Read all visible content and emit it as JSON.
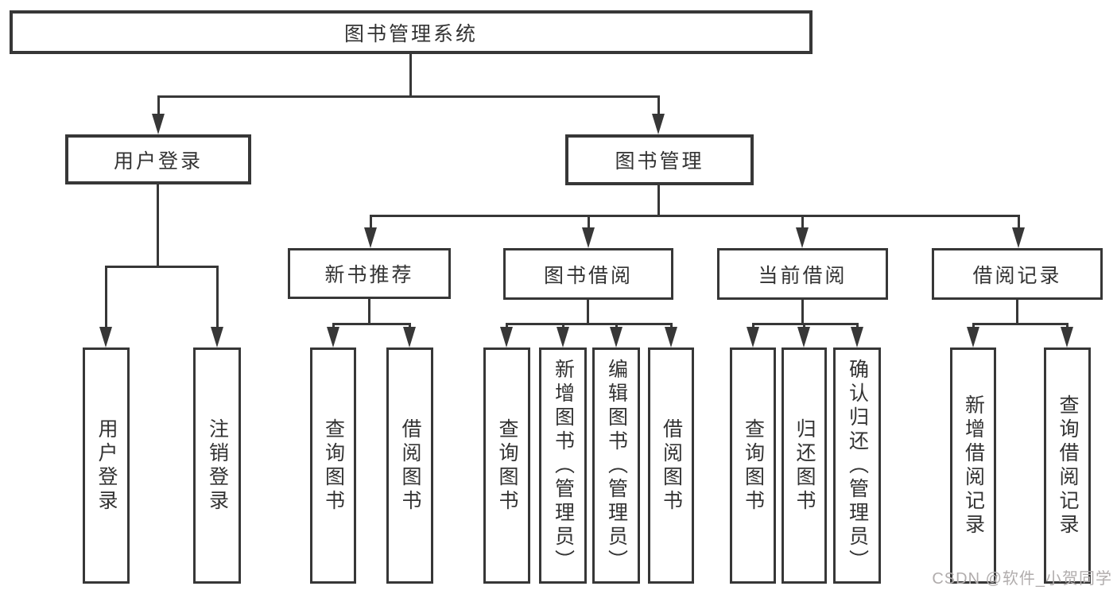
{
  "diagram": {
    "title": "图书管理系统",
    "colors": {
      "line": "#373737",
      "box_border": "#373737",
      "box_fill": "#ffffff",
      "text": "#333333",
      "watermark": "#b1adad"
    },
    "nodes": {
      "root": {
        "label": "图书管理系统"
      },
      "user_login": {
        "label": "用户登录"
      },
      "book_mgmt": {
        "label": "图书管理"
      },
      "new_book_rec": {
        "label": "新书推荐"
      },
      "book_borrow": {
        "label": "图书借阅"
      },
      "current_borrow": {
        "label": "当前借阅"
      },
      "borrow_records": {
        "label": "借阅记录"
      },
      "leaf_user_login": {
        "label": "用户登录"
      },
      "leaf_logout": {
        "label": "注销登录"
      },
      "leaf_query_book_1": {
        "label": "查询图书"
      },
      "leaf_borrow_book_1": {
        "label": "借阅图书"
      },
      "leaf_query_book_2": {
        "label": "查询图书"
      },
      "leaf_add_book": {
        "label": "新增图书（管理员）"
      },
      "leaf_edit_book": {
        "label": "编辑图书（管理员）"
      },
      "leaf_borrow_book_2": {
        "label": "借阅图书"
      },
      "leaf_query_book_3": {
        "label": "查询图书"
      },
      "leaf_return_book": {
        "label": "归还图书"
      },
      "leaf_confirm_return": {
        "label": "确认归还（管理员）"
      },
      "leaf_add_record": {
        "label": "新增借阅记录"
      },
      "leaf_query_record": {
        "label": "查询借阅记录"
      }
    },
    "hierarchy": {
      "root": [
        "user_login",
        "book_mgmt"
      ],
      "user_login": [
        "leaf_user_login",
        "leaf_logout"
      ],
      "book_mgmt": [
        "new_book_rec",
        "book_borrow",
        "current_borrow",
        "borrow_records"
      ],
      "new_book_rec": [
        "leaf_query_book_1",
        "leaf_borrow_book_1"
      ],
      "book_borrow": [
        "leaf_query_book_2",
        "leaf_add_book",
        "leaf_edit_book",
        "leaf_borrow_book_2"
      ],
      "current_borrow": [
        "leaf_query_book_3",
        "leaf_return_book",
        "leaf_confirm_return"
      ],
      "borrow_records": [
        "leaf_add_record",
        "leaf_query_record"
      ]
    }
  },
  "watermark": {
    "text": "CSDN @软件_小贺同学"
  }
}
